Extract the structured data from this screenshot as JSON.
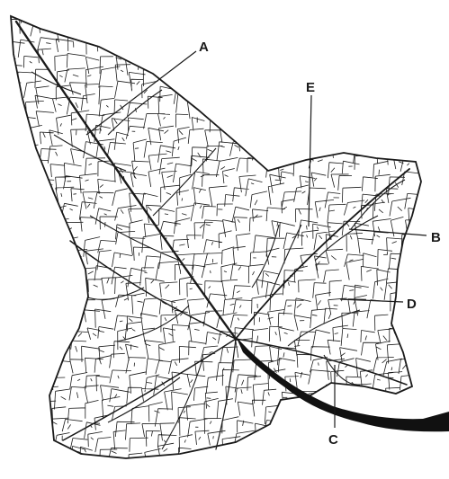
{
  "figure": {
    "labels": {
      "a": "A",
      "b": "B",
      "c": "C",
      "d": "D",
      "e": "E"
    }
  },
  "colors": {
    "ink": "#1a1a1a",
    "background": "#ffffff"
  }
}
